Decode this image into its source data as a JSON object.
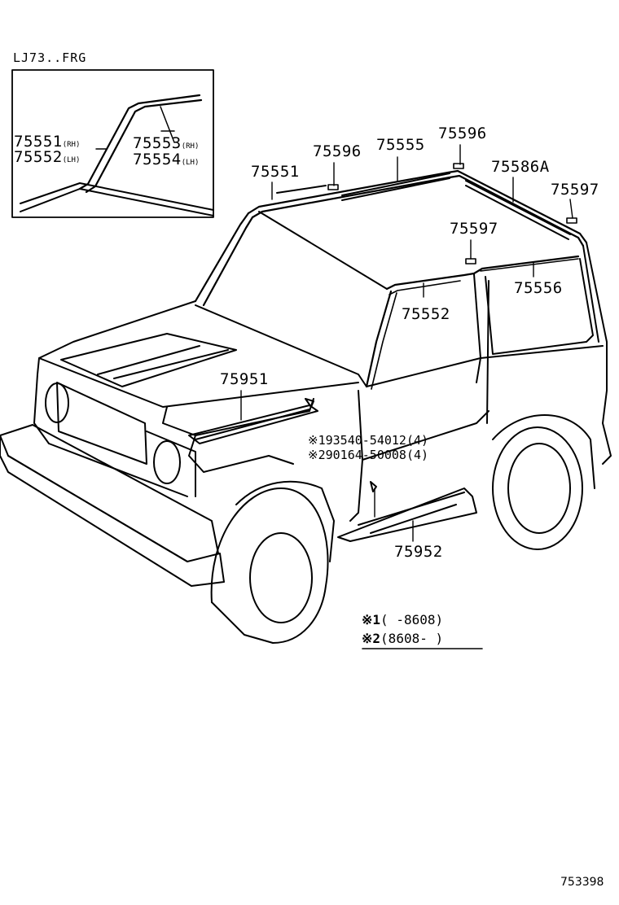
{
  "inset": {
    "title": "LJ73..FRG",
    "labels": {
      "p75551": "75551",
      "p75551_suffix": "(RH)",
      "p75552": "75552",
      "p75552_suffix": "(LH)",
      "p75553": "75553",
      "p75553_suffix": "(RH)",
      "p75554": "75554",
      "p75554_suffix": "(LH)"
    }
  },
  "parts": {
    "p75551": "75551",
    "p75596_left": "75596",
    "p75555": "75555",
    "p75596_right": "75596",
    "p75586A": "75586A",
    "p75597_top": "75597",
    "p75597_mid": "75597",
    "p75552": "75552",
    "p75556": "75556",
    "p75951": "75951",
    "p75952": "75952"
  },
  "fasteners": {
    "line1": "※193540-54012(4)",
    "line2": "※290164-50008(4)"
  },
  "notes": {
    "note1_mark": "※1",
    "note1_text": "(     -8608)",
    "note2_mark": "※2",
    "note2_text": "(8608-      )"
  },
  "reference_number": "753398"
}
